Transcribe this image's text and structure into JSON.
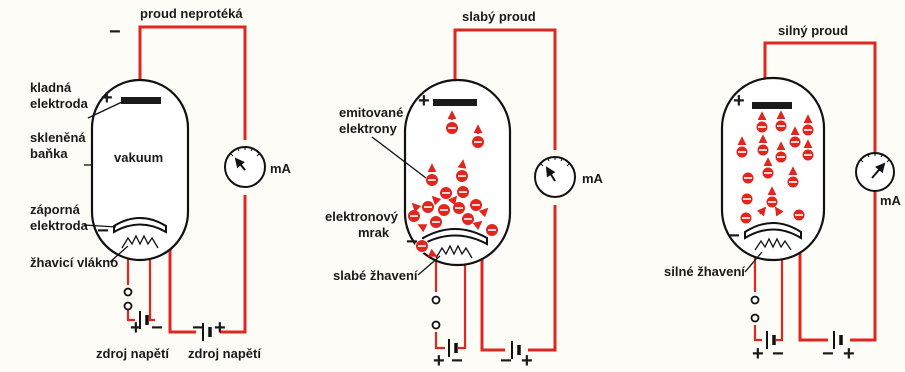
{
  "panel1": {
    "top_label": "proud neprotéká",
    "minus_sign": "−",
    "anode_label_1": "kladná",
    "anode_label_2": "elektroda",
    "glass_label_1": "skleněná",
    "glass_label_2": "baňka",
    "vacuum_label": "vakuum",
    "cathode_label_1": "záporná",
    "cathode_label_2": "elektroda",
    "filament_label": "žhavicí vlákno",
    "meter_unit": "mA",
    "source1_label": "zdroj napětí",
    "source2_label": "zdroj napětí",
    "plus": "+",
    "minus": "−"
  },
  "panel2": {
    "top_label": "slabý proud",
    "emitted_label_1": "emitované",
    "emitted_label_2": "elektrony",
    "cloud_label_1": "elektronový",
    "cloud_label_2": "mrak",
    "heating_label": "slabé žhavení",
    "meter_unit": "mA",
    "plus": "+",
    "minus": "−"
  },
  "panel3": {
    "top_label": "silný proud",
    "heating_label": "silné žhavení",
    "meter_unit": "mA",
    "plus": "+",
    "minus": "−"
  },
  "colors": {
    "wire": "#e0261e",
    "electron": "#e0261e",
    "outline": "#111111",
    "background": "#fdfcf6"
  }
}
